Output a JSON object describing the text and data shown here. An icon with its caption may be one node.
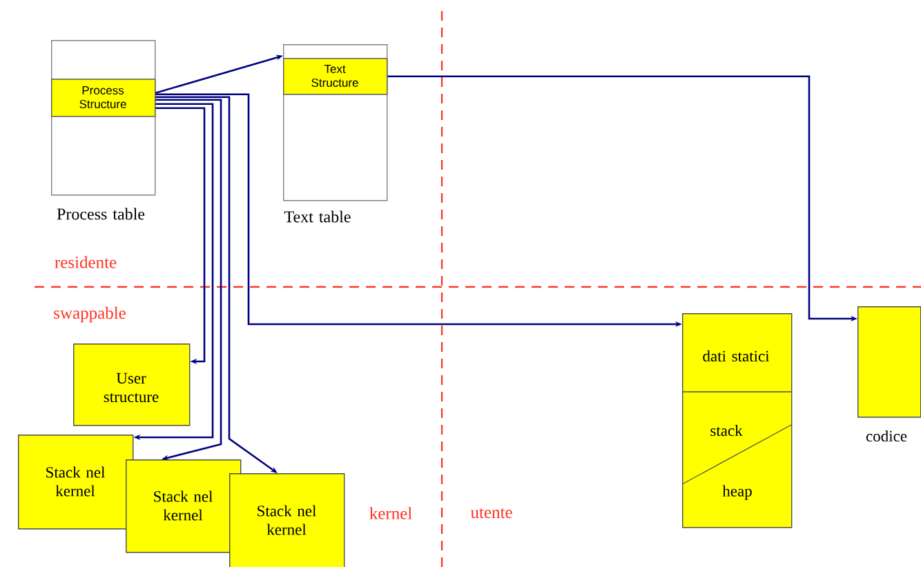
{
  "diagram": {
    "nodes": [
      {
        "text": [
          "Process table"
        ]
      },
      {
        "text": [
          "Process Structure"
        ],
        "in": 0
      },
      {
        "text": [
          "Text table"
        ]
      },
      {
        "text": [
          "Text Structure"
        ],
        "in": 2
      },
      {
        "text": [
          "User structure"
        ]
      },
      {
        "text": [
          "Stack nel kernel"
        ]
      },
      {
        "text": [
          "Stack nel kernel"
        ]
      },
      {
        "text": [
          "Stack nel kernel"
        ]
      },
      {
        "text": [
          "dati statici",
          "stack",
          "heap"
        ]
      },
      {
        "text": [
          "codice"
        ]
      }
    ],
    "edges": [
      {
        "from": 1,
        "to": 2,
        "arrow": "to"
      },
      {
        "from": 1,
        "to": 4,
        "arrow": "to"
      },
      {
        "from": 1,
        "to": 5,
        "arrow": "to"
      },
      {
        "from": 1,
        "to": 6,
        "arrow": "to"
      },
      {
        "from": 1,
        "to": 7,
        "arrow": "to"
      },
      {
        "from": 1,
        "to": 8,
        "arrow": "to"
      },
      {
        "from": 3,
        "to": 9,
        "arrow": "to"
      }
    ],
    "labels": [
      "residente",
      "swappable",
      "kernel",
      "utente"
    ]
  }
}
